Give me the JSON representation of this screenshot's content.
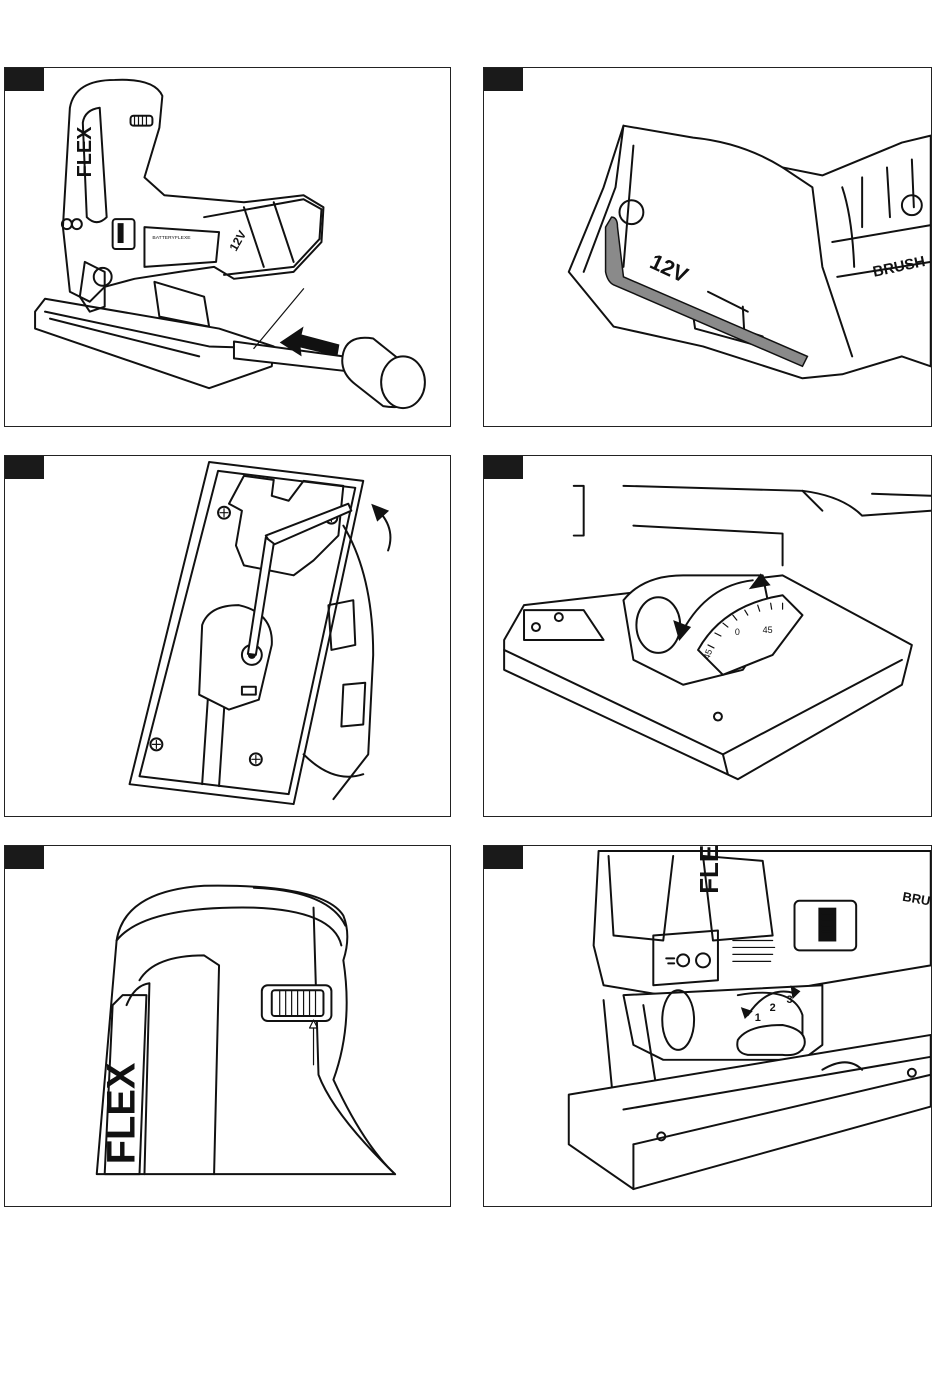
{
  "panels": [
    {
      "id": "fig-1",
      "labels": {
        "brand": "FLEX",
        "voltage": "12V",
        "model_strip": "BATTERYFLEXE"
      }
    },
    {
      "id": "fig-2",
      "labels": {
        "voltage": "12V",
        "brushless": "BRUSH"
      }
    },
    {
      "id": "fig-3",
      "labels": {}
    },
    {
      "id": "fig-4",
      "labels": {
        "angle_left": "45",
        "angle_center": "0",
        "angle_right": "45"
      }
    },
    {
      "id": "fig-5",
      "labels": {
        "brand": "FLEX"
      }
    },
    {
      "id": "fig-6",
      "labels": {
        "brand": "FLEX",
        "brushless": "BRU",
        "step_1": "1",
        "step_2": "2",
        "step_3": "3"
      }
    }
  ],
  "icons": [
    "arrow-push-icon",
    "arrow-rotate-icon",
    "light-icon",
    "hex-key-icon"
  ],
  "colors": {
    "ink": "#111111",
    "tab": "#1a1a1a",
    "hexkey": "#8a8a8a"
  }
}
